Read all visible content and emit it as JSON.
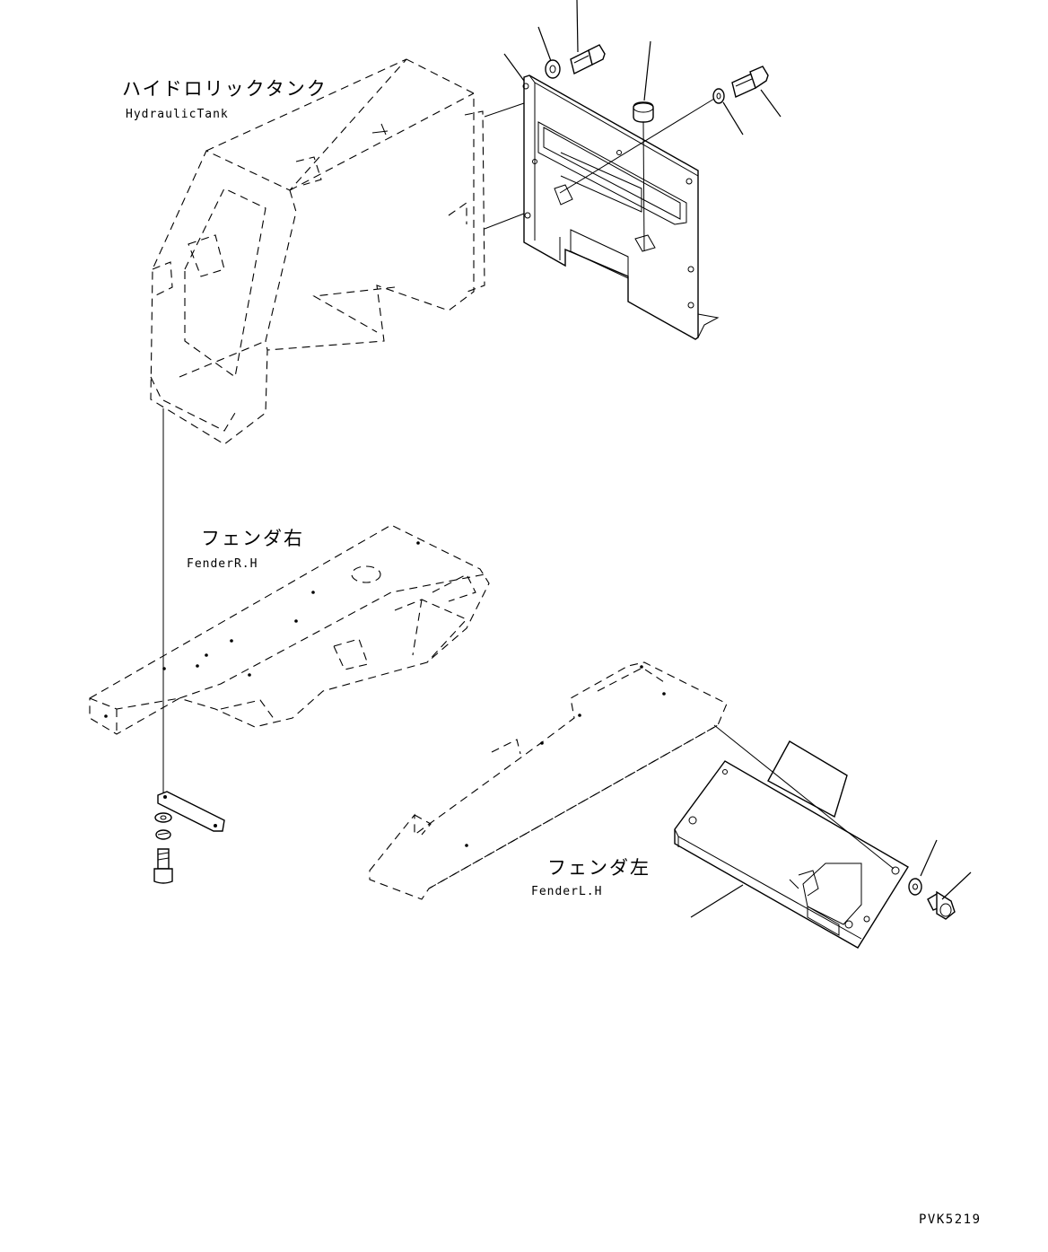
{
  "labels": {
    "hydraulic_tank_jp": "ハイドロリックタンク",
    "hydraulic_tank_en": "HydraulicTank",
    "fender_rh_jp": "フェンダ右",
    "fender_rh_en": "FenderR.H",
    "fender_lh_jp": "フェンダ左",
    "fender_lh_en": "FenderL.H"
  },
  "drawing_code": "PVK5219",
  "colors": {
    "ink": "#000000",
    "paper": "#ffffff"
  }
}
